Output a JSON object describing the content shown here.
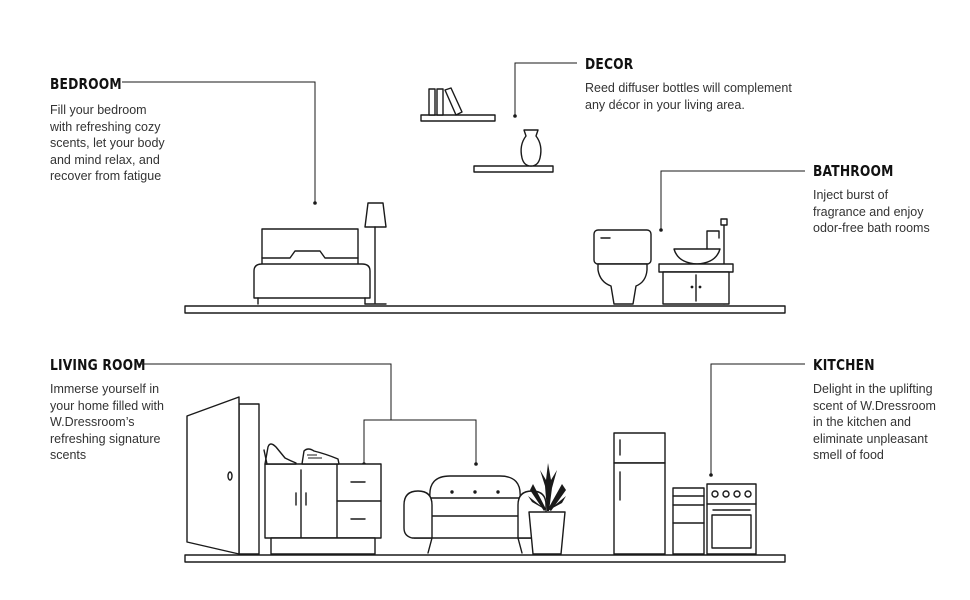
{
  "rooms": {
    "bedroom": {
      "title": "BEDROOM",
      "description": "Fill your bedroom\nwith refreshing cozy\nscents, let your body\nand mind relax, and\nrecover from fatigue"
    },
    "decor": {
      "title": "DECOR",
      "description": "Reed diffuser bottles will complement\nany décor in your living area."
    },
    "bathroom": {
      "title": "BATHROOM",
      "description": "Inject burst of\nfragrance and enjoy\nodor-free bath rooms"
    },
    "living_room": {
      "title": "LIVING ROOM",
      "description": "Immerse yourself in\nyour home filled with\nW.Dressroom’s\nrefreshing signature\nscents"
    },
    "kitchen": {
      "title": "KITCHEN",
      "description": "Delight in the uplifting\nscent of W.Dressroom\nin the kitchen and\neliminate unpleasant\nsmell of food"
    }
  },
  "colors": {
    "line": "#1a1a1a",
    "background": "#ffffff",
    "heading": "#111111",
    "text": "#333333"
  }
}
